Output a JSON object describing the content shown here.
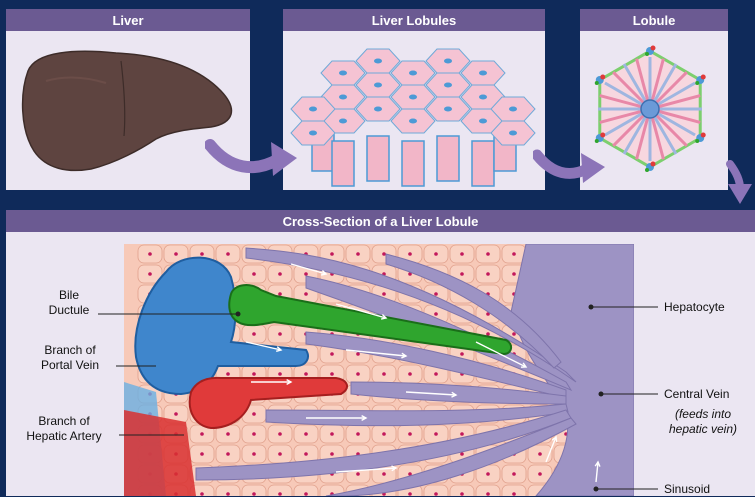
{
  "panels": {
    "liver": {
      "title": "Liver"
    },
    "lobules": {
      "title": "Liver Lobules"
    },
    "lobule": {
      "title": "Lobule"
    },
    "cross_section": {
      "title": "Cross-Section of a Liver Lobule"
    }
  },
  "labels": {
    "bile_ductule": {
      "line1": "Bile",
      "line2": "Ductule"
    },
    "portal_vein": {
      "line1": "Branch of",
      "line2": "Portal Vein"
    },
    "hepatic_artery": {
      "line1": "Branch of",
      "line2": "Hepatic Artery"
    },
    "hepatocyte": "Hepatocyte",
    "central_vein": "Central Vein",
    "central_vein_note": {
      "line1": "(feeds into",
      "line2": "hepatic vein)"
    },
    "sinusoid": "Sinusoid"
  },
  "colors": {
    "background": "#0f2a5a",
    "panel_header": "#6b5a92",
    "panel_body": "#ebe6f2",
    "liver": "#5e4440",
    "lobule_pink": "#f2b6c8",
    "lobule_edge": "#4d9ad6",
    "hepatocyte": "#f7c9b8",
    "nucleus": "#c2185b",
    "vein_purple": "#9d93c4",
    "portal_blue": "#3f86cc",
    "artery_red": "#e03a3a",
    "bile_green": "#2fa52e",
    "arrow": "#8c74b8"
  }
}
